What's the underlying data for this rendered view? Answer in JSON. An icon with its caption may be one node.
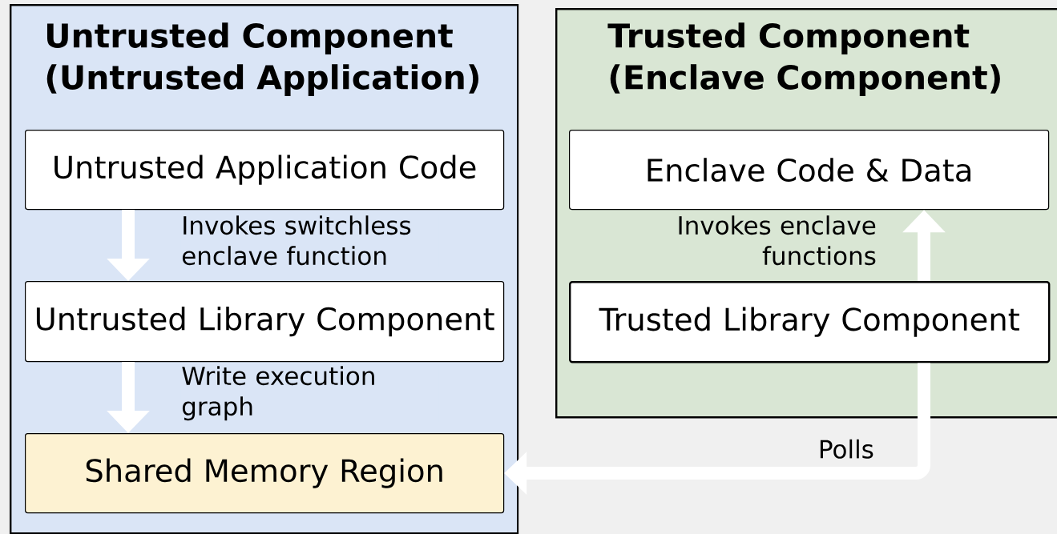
{
  "diagram": {
    "nodes": [
      {
        "text": [
          "Untrusted Component (Untrusted Application)"
        ]
      },
      {
        "text": [
          "Untrusted Application Code"
        ],
        "in": 0
      },
      {
        "text": [
          "Untrusted Library Component"
        ],
        "in": 0
      },
      {
        "text": [
          "Shared Memory Region"
        ],
        "in": 0
      },
      {
        "text": [
          "Trusted Component (Enclave Component)"
        ]
      },
      {
        "text": [
          "Enclave Code & Data"
        ],
        "in": 4
      },
      {
        "text": [
          "Trusted Library Component"
        ],
        "in": 4
      }
    ],
    "edges": [
      {
        "from": 1,
        "to": 2,
        "arrow": "to",
        "label": "Invokes switchless enclave function"
      },
      {
        "from": 2,
        "to": 3,
        "arrow": "to",
        "label": "Write execution graph"
      },
      {
        "from": 6,
        "to": 5,
        "arrow": "to",
        "label": "Invokes enclave functions"
      },
      {
        "from": 6,
        "to": 3,
        "arrow": "to",
        "label": "Polls"
      }
    ]
  }
}
